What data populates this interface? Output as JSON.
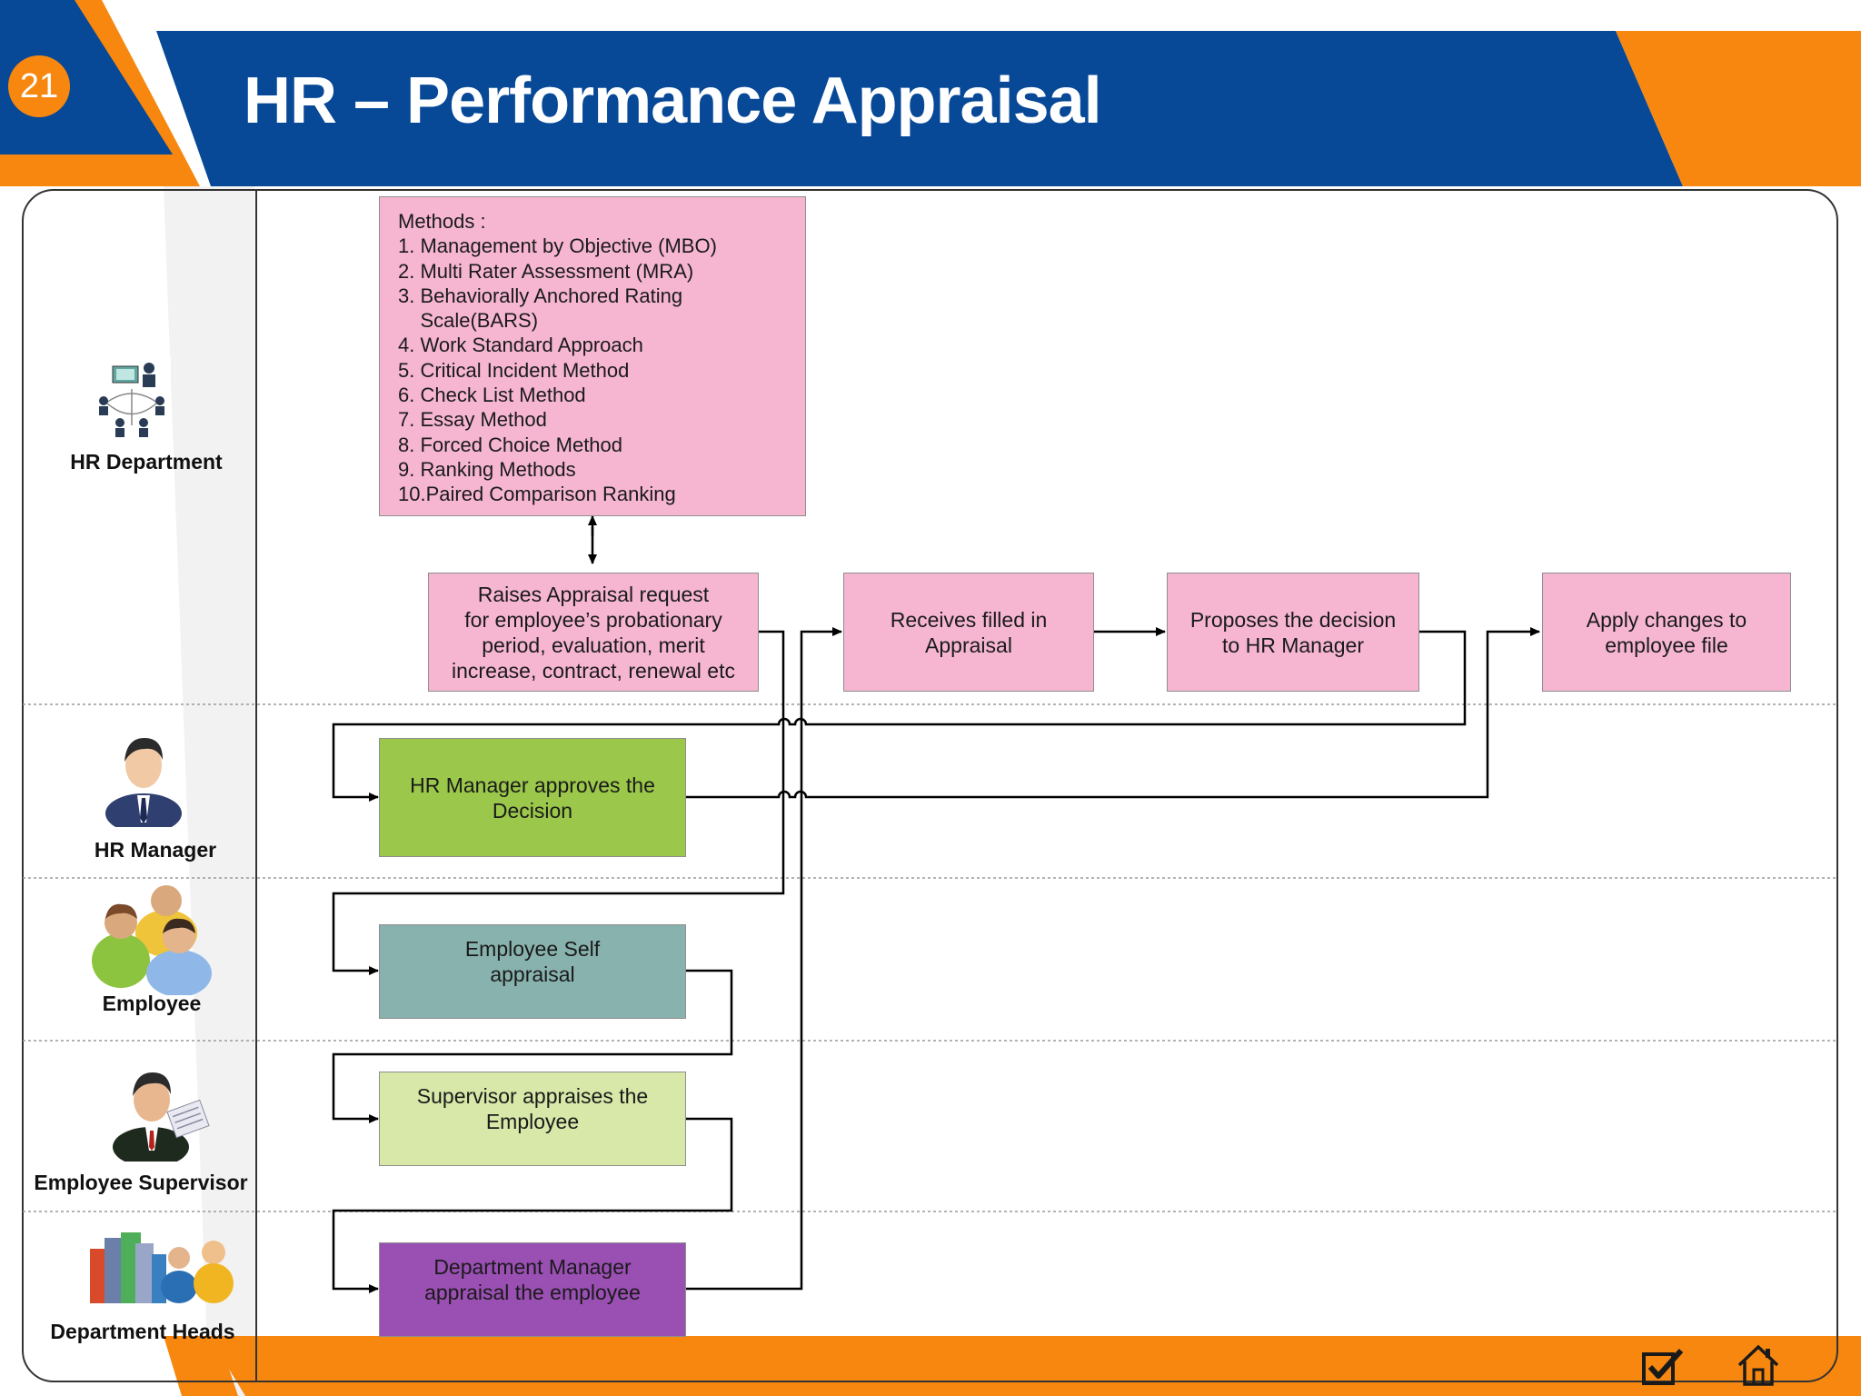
{
  "slide": {
    "number": "21",
    "title": "HR – Performance Appraisal"
  },
  "lanes": [
    {
      "label": "HR Department",
      "icon": "network-people-icon"
    },
    {
      "label": "HR Manager",
      "icon": "businessman-icon"
    },
    {
      "label": "Employee",
      "icon": "group-people-icon"
    },
    {
      "label": "Employee Supervisor",
      "icon": "supervisor-paperwork-icon"
    },
    {
      "label": "Department Heads",
      "icon": "buildings-people-icon"
    }
  ],
  "methods": {
    "heading": "Methods :",
    "items": [
      "1. Management by Objective (MBO)",
      "2. Multi Rater Assessment (MRA)",
      "3. Behaviorally Anchored Rating",
      "    Scale(BARS)",
      "4. Work Standard Approach",
      "5. Critical Incident Method",
      "6. Check List Method",
      "7. Essay Method",
      "8. Forced Choice Method",
      "9. Ranking Methods",
      "10.Paired Comparison Ranking"
    ]
  },
  "process_steps": {
    "raise_request": "Raises Appraisal request\nfor employee’s probationary\nperiod, evaluation, merit\nincrease, contract, renewal etc",
    "receive_appraisal": "Receives filled in\nAppraisal",
    "propose_decision": "Proposes the decision\nto HR Manager",
    "apply_changes": "Apply changes to\nemployee file",
    "manager_approves": "HR Manager approves the\nDecision",
    "self_appraisal": "Employee Self\nappraisal",
    "supervisor_appraises": "Supervisor appraises the\nEmployee",
    "dept_manager_appraisal": "Department Manager\nappraisal the employee"
  },
  "colors": {
    "header_blue": "#074897",
    "accent_orange": "#f7870f",
    "box_pink": "#f6b6d2",
    "box_green": "#9bc84a",
    "box_teal": "#88b2ae",
    "box_light_green": "#d7e8a8",
    "box_purple": "#9a4fb3"
  },
  "footer": {
    "icons": [
      "checkmark-icon",
      "home-icon"
    ]
  }
}
